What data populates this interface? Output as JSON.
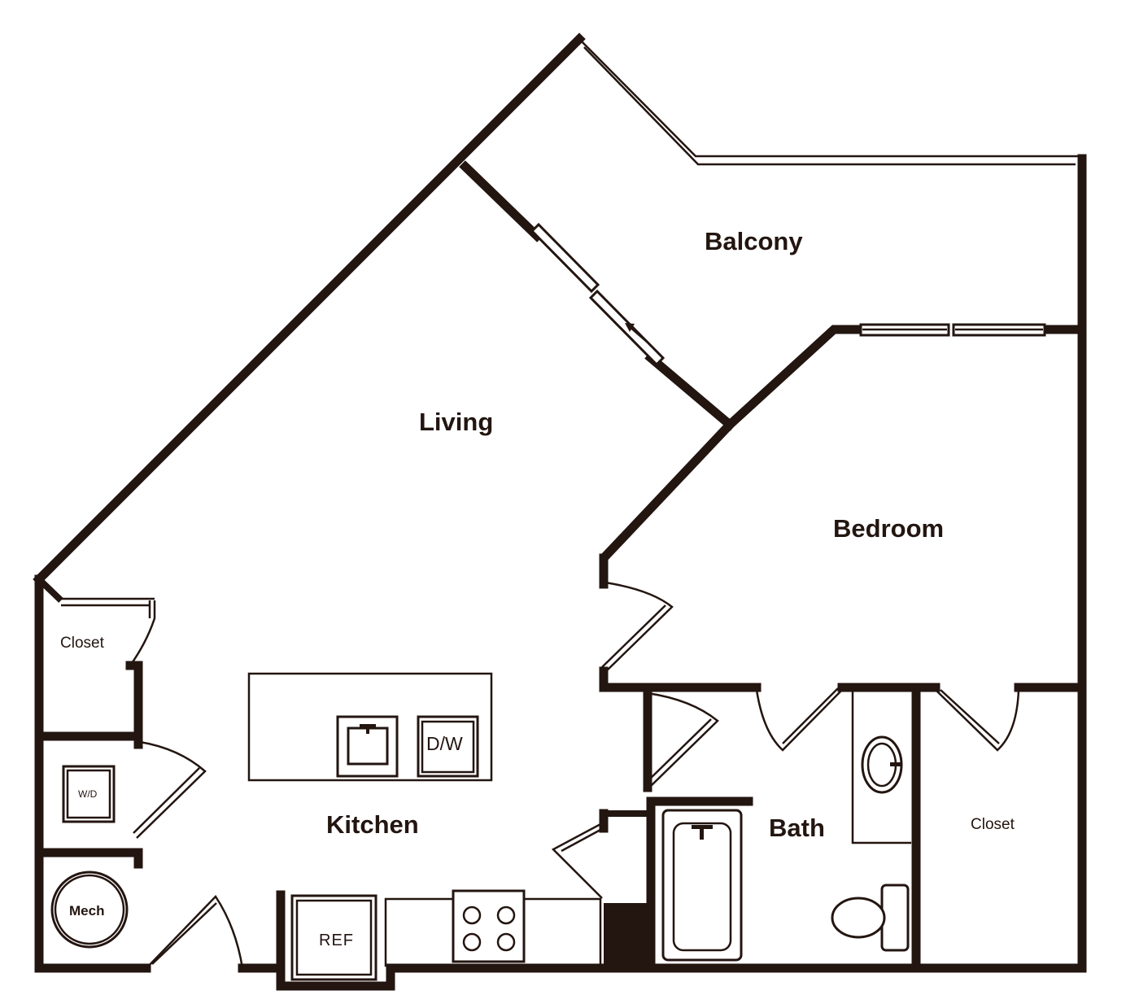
{
  "rooms": {
    "balcony": "Balcony",
    "living": "Living",
    "bedroom": "Bedroom",
    "kitchen": "Kitchen",
    "bath": "Bath",
    "closet_left": "Closet",
    "closet_right": "Closet"
  },
  "fixtures": {
    "washer_dryer": "W/D",
    "dishwasher": "D/W",
    "refrigerator": "REF",
    "mechanical": "Mech"
  },
  "colors": {
    "wall": "#231510",
    "background": "#ffffff"
  }
}
